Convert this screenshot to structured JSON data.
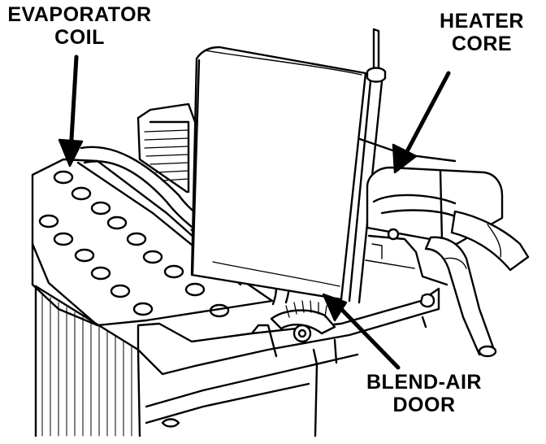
{
  "labels": {
    "evaporator": {
      "line1": "EVAPORATOR",
      "line2": "COIL"
    },
    "heater": {
      "line1": "HEATER",
      "line2": "CORE"
    },
    "blend": {
      "line1": "BLEND-AIR",
      "line2": "DOOR"
    }
  },
  "colors": {
    "ink": "#000000",
    "paper": "#ffffff"
  }
}
